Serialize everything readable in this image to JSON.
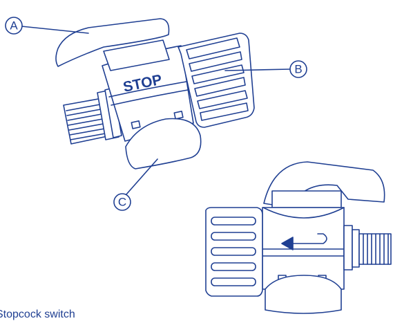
{
  "labels": {
    "a": "A",
    "b": "B",
    "c": "C"
  },
  "body_text": "STOP",
  "caption": "Stopcock switch",
  "colors": {
    "line": "#1f3f92",
    "background": "#ffffff"
  }
}
